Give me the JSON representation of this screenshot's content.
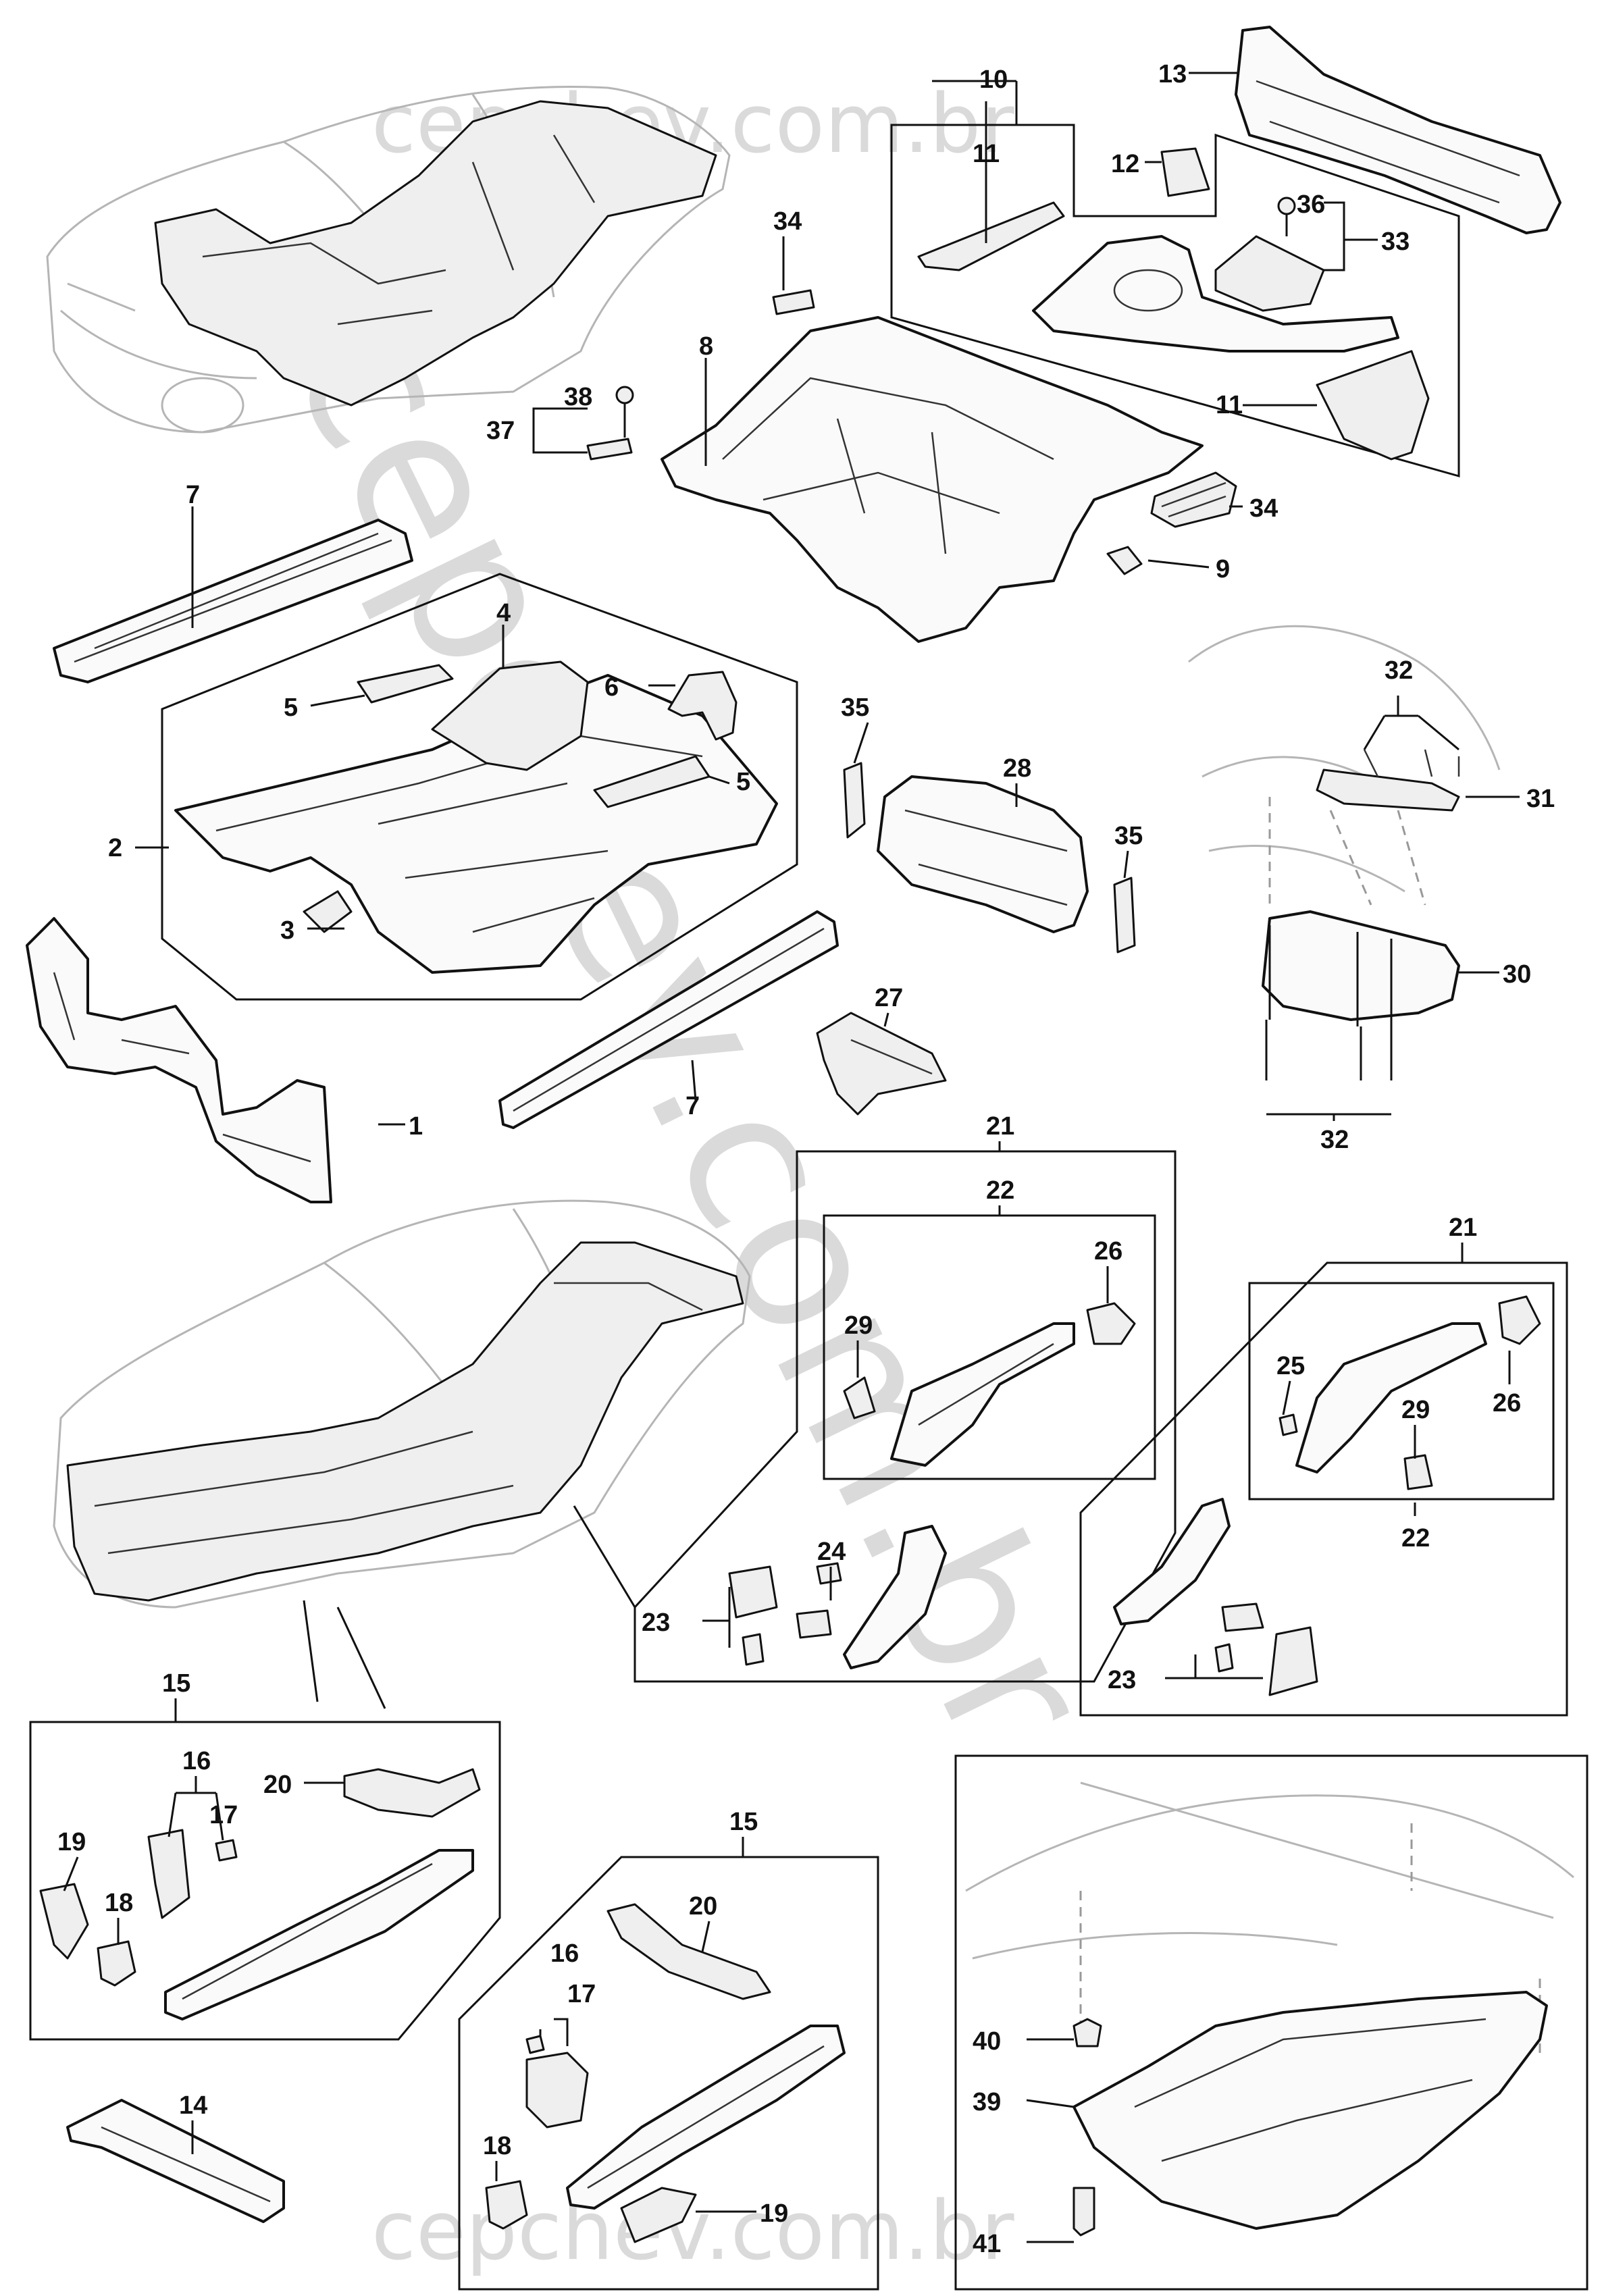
{
  "watermark": {
    "top": "cepchev.com.br",
    "bottom": "cepchev.com.br",
    "diagonal": "cepchev.com.br"
  },
  "callouts": {
    "c1": "1",
    "c2": "2",
    "c3": "3",
    "c4": "4",
    "c5a": "5",
    "c5b": "5",
    "c6": "6",
    "c7a": "7",
    "c7b": "7",
    "c8": "8",
    "c9": "9",
    "c10": "10",
    "c11a": "11",
    "c11b": "11",
    "c12": "12",
    "c13": "13",
    "c14": "14",
    "c15a": "15",
    "c15b": "15",
    "c16a": "16",
    "c16b": "16",
    "c17a": "17",
    "c17b": "17",
    "c18a": "18",
    "c18b": "18",
    "c19a": "19",
    "c19b": "19",
    "c20a": "20",
    "c20b": "20",
    "c21a": "21",
    "c21b": "21",
    "c22a": "22",
    "c22b": "22",
    "c23a": "23",
    "c23b": "23",
    "c24": "24",
    "c25": "25",
    "c26a": "26",
    "c26b": "26",
    "c27": "27",
    "c28": "28",
    "c29a": "29",
    "c29b": "29",
    "c30": "30",
    "c31": "31",
    "c32a": "32",
    "c32b": "32",
    "c33": "33",
    "c34a": "34",
    "c34b": "34",
    "c35a": "35",
    "c35b": "35",
    "c36": "36",
    "c37": "37",
    "c38": "38",
    "c39": "39",
    "c40": "40",
    "c41": "41"
  }
}
